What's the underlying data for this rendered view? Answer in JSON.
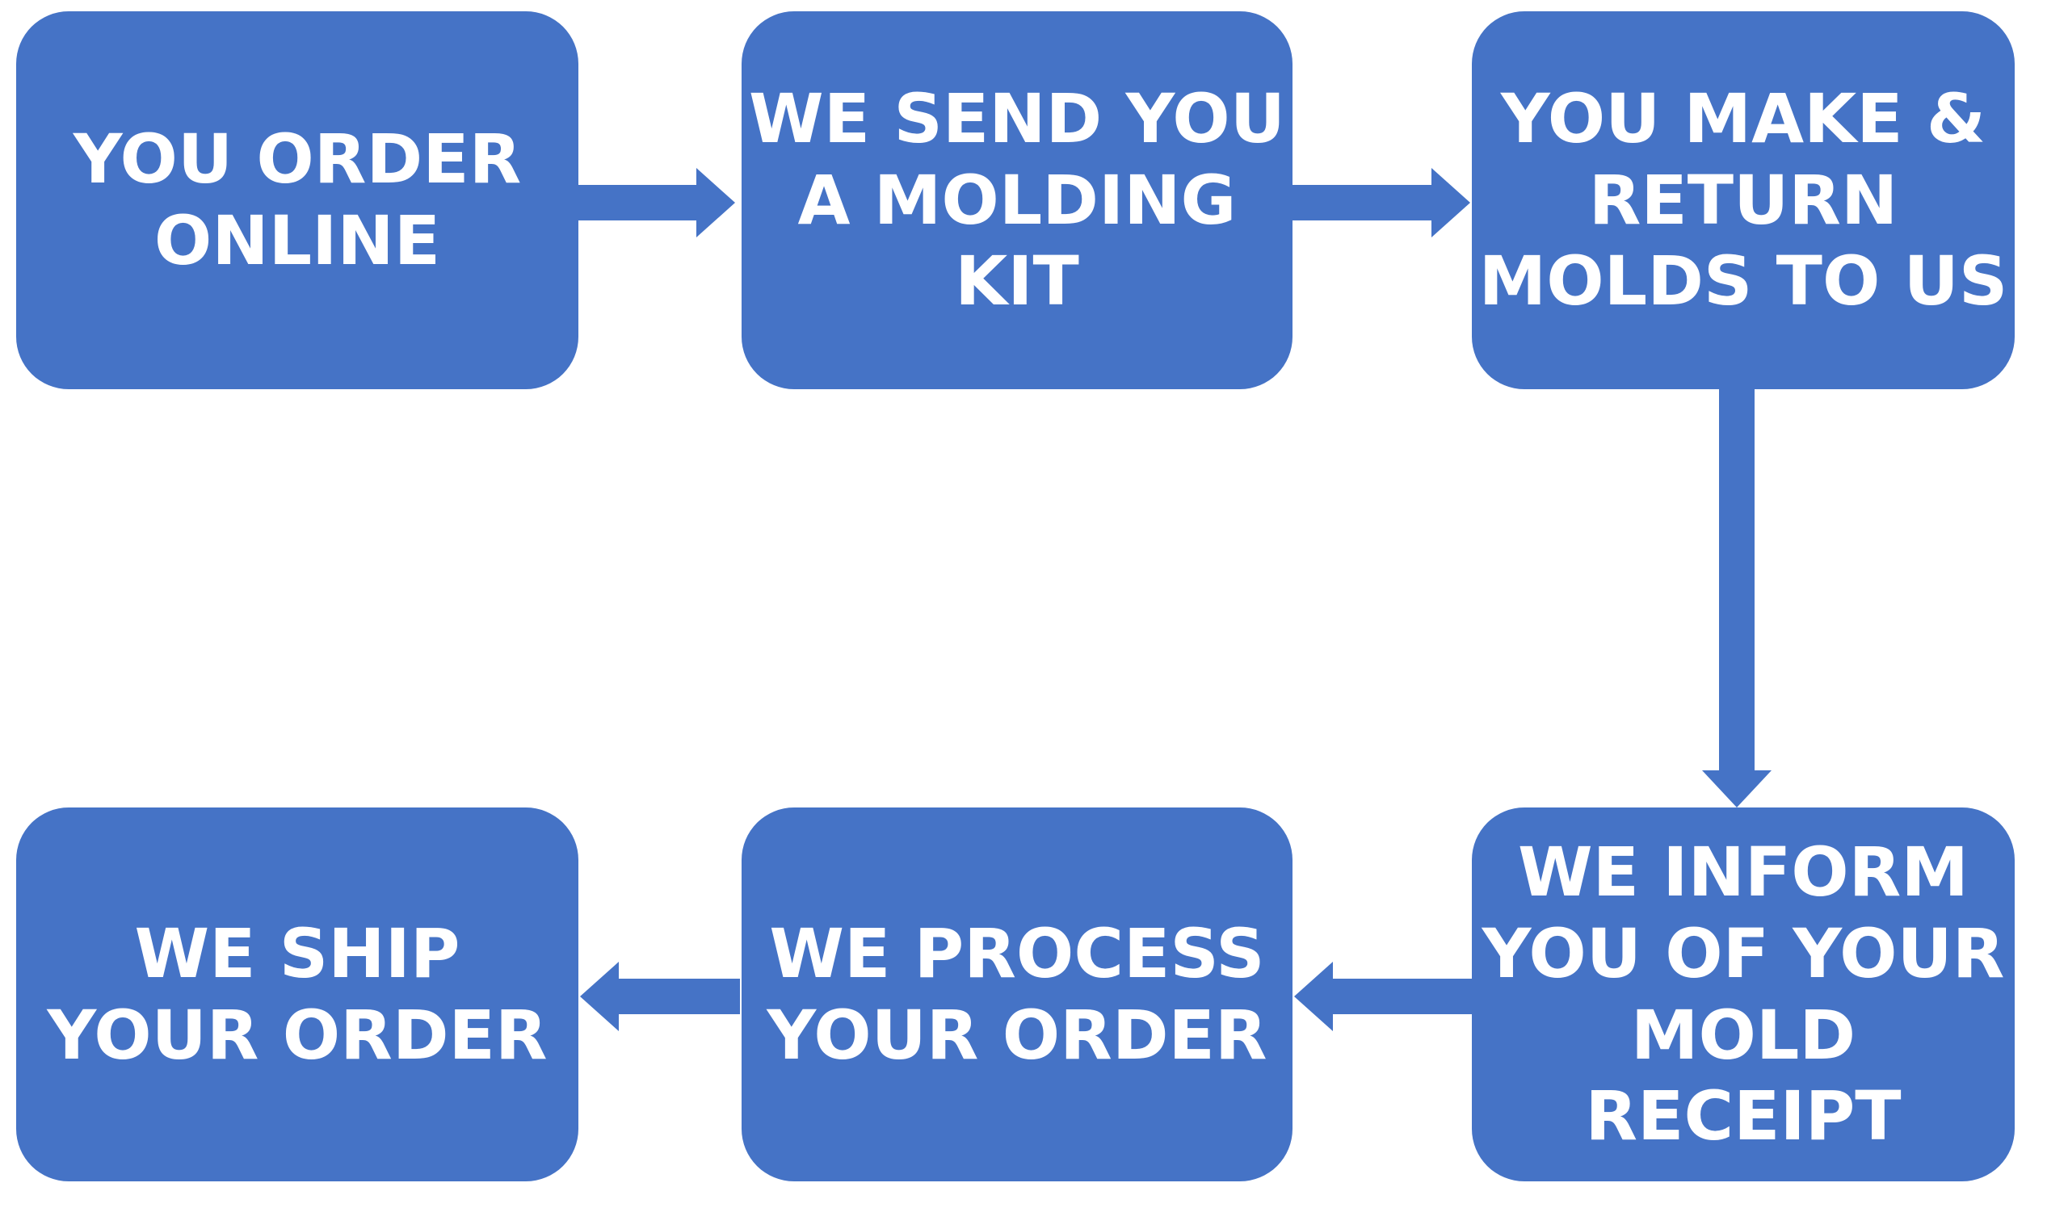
{
  "diagram": {
    "type": "flowchart",
    "colors": {
      "node_fill": "#4573C6",
      "node_text": "#FFFFFF",
      "background": "#FFFFFF"
    },
    "nodes": [
      {
        "id": "order-online",
        "label": "YOU ORDER\nONLINE"
      },
      {
        "id": "send-molding-kit",
        "label": "WE SEND YOU\nA MOLDING\nKIT"
      },
      {
        "id": "make-return-molds",
        "label": "YOU MAKE &\nRETURN\nMOLDS TO US"
      },
      {
        "id": "inform-mold-receipt",
        "label": "WE INFORM\nYOU OF YOUR\nMOLD\nRECEIPT"
      },
      {
        "id": "process-order",
        "label": "WE PROCESS\nYOUR ORDER"
      },
      {
        "id": "ship-order",
        "label": "WE SHIP\nYOUR ORDER"
      }
    ],
    "edges": [
      {
        "from": "order-online",
        "to": "send-molding-kit",
        "direction": "right"
      },
      {
        "from": "send-molding-kit",
        "to": "make-return-molds",
        "direction": "right"
      },
      {
        "from": "make-return-molds",
        "to": "inform-mold-receipt",
        "direction": "down"
      },
      {
        "from": "inform-mold-receipt",
        "to": "process-order",
        "direction": "left"
      },
      {
        "from": "process-order",
        "to": "ship-order",
        "direction": "left"
      }
    ]
  }
}
